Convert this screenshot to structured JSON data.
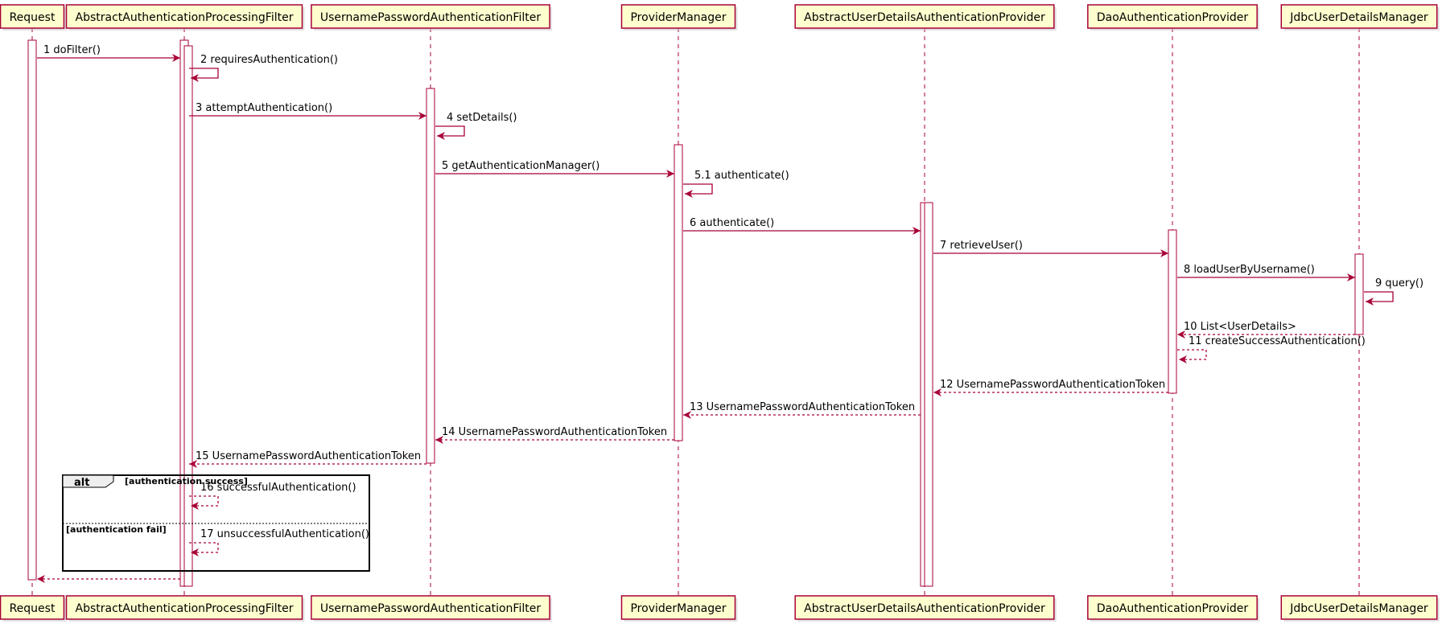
{
  "colors": {
    "participant_fill": "#FEFECE",
    "participant_border": "#A80036",
    "arrow": "#A80036",
    "lifeline": "#A80036",
    "activation_fill": "#FFFFFF",
    "alt_border": "#000000",
    "alt_tab_fill": "#EEEEEE"
  },
  "participants": [
    {
      "id": "req",
      "label": "Request"
    },
    {
      "id": "aapf",
      "label": "AbstractAuthenticationProcessingFilter"
    },
    {
      "id": "upaf",
      "label": "UsernamePasswordAuthenticationFilter"
    },
    {
      "id": "pm",
      "label": "ProviderManager"
    },
    {
      "id": "audap",
      "label": "AbstractUserDetailsAuthenticationProvider"
    },
    {
      "id": "dap",
      "label": "DaoAuthenticationProvider"
    },
    {
      "id": "judm",
      "label": "JdbcUserDetailsManager"
    }
  ],
  "messages": [
    {
      "num": "1",
      "text": "doFilter()",
      "from": "req",
      "to": "aapf",
      "style": "solid"
    },
    {
      "num": "2",
      "text": "requiresAuthentication()",
      "from": "aapf",
      "to": "aapf",
      "style": "solid"
    },
    {
      "num": "3",
      "text": "attemptAuthentication()",
      "from": "aapf",
      "to": "upaf",
      "style": "solid"
    },
    {
      "num": "4",
      "text": "setDetails()",
      "from": "upaf",
      "to": "upaf",
      "style": "solid"
    },
    {
      "num": "5",
      "text": "getAuthenticationManager()",
      "from": "upaf",
      "to": "pm",
      "style": "solid"
    },
    {
      "num": "5.1",
      "text": "authenticate()",
      "from": "pm",
      "to": "pm",
      "style": "solid"
    },
    {
      "num": "6",
      "text": "authenticate()",
      "from": "pm",
      "to": "audap",
      "style": "solid"
    },
    {
      "num": "7",
      "text": "retrieveUser()",
      "from": "audap",
      "to": "dap",
      "style": "solid"
    },
    {
      "num": "8",
      "text": "loadUserByUsername()",
      "from": "dap",
      "to": "judm",
      "style": "solid"
    },
    {
      "num": "9",
      "text": "query()",
      "from": "judm",
      "to": "judm",
      "style": "solid"
    },
    {
      "num": "10",
      "text": "List<UserDetails>",
      "from": "judm",
      "to": "dap",
      "style": "dashed"
    },
    {
      "num": "11",
      "text": "createSuccessAuthentication()",
      "from": "dap",
      "to": "dap",
      "style": "dashed"
    },
    {
      "num": "12",
      "text": "UsernamePasswordAuthenticationToken",
      "from": "dap",
      "to": "audap",
      "style": "dashed"
    },
    {
      "num": "13",
      "text": "UsernamePasswordAuthenticationToken",
      "from": "audap",
      "to": "pm",
      "style": "dashed"
    },
    {
      "num": "14",
      "text": "UsernamePasswordAuthenticationToken",
      "from": "pm",
      "to": "upaf",
      "style": "dashed"
    },
    {
      "num": "15",
      "text": "UsernamePasswordAuthenticationToken",
      "from": "upaf",
      "to": "aapf",
      "style": "dashed"
    },
    {
      "num": "16",
      "text": "successfulAuthentication()",
      "from": "aapf",
      "to": "aapf",
      "style": "dashed"
    },
    {
      "num": "17",
      "text": "unsuccessfulAuthentication()",
      "from": "aapf",
      "to": "aapf",
      "style": "dashed"
    },
    {
      "num": "",
      "text": "",
      "from": "aapf",
      "to": "req",
      "style": "dashed"
    }
  ],
  "alt": {
    "keyword": "alt",
    "condition1": "[authentication success]",
    "condition2": "[authentication fail]"
  }
}
